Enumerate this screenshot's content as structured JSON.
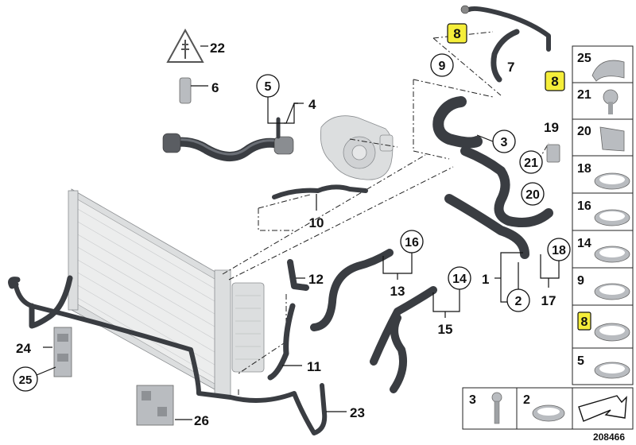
{
  "diagram": {
    "callouts": {
      "c22": "22",
      "c6": "6",
      "c5": "5",
      "c4": "4",
      "c8a": "8",
      "c8b": "8",
      "c9": "9",
      "c7": "7",
      "c3": "3",
      "c19": "19",
      "c21": "21",
      "c20": "20",
      "c10": "10",
      "c16": "16",
      "c13": "13",
      "c12": "12",
      "c14": "14",
      "c15": "15",
      "c18": "18",
      "c1": "1",
      "c2": "2",
      "c17": "17",
      "c11": "11",
      "c24": "24",
      "c25": "25",
      "c26": "26",
      "c23": "23"
    },
    "side_panel": [
      "25",
      "21",
      "20",
      "18",
      "16",
      "14",
      "9",
      "8",
      "5"
    ],
    "bottom_panel": [
      "3",
      "2"
    ],
    "image_id": "208466",
    "highlight_color": "#f5ee3a"
  }
}
